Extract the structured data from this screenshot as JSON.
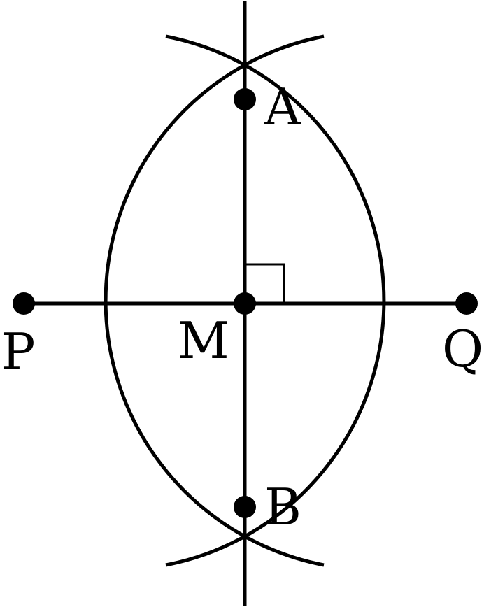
{
  "points": {
    "A": "A",
    "B": "B",
    "M": "M",
    "P": "P",
    "Q": "Q"
  },
  "marks": {
    "right_angle": true
  },
  "colors": {
    "ink": "#000000",
    "background": "#ffffff"
  }
}
